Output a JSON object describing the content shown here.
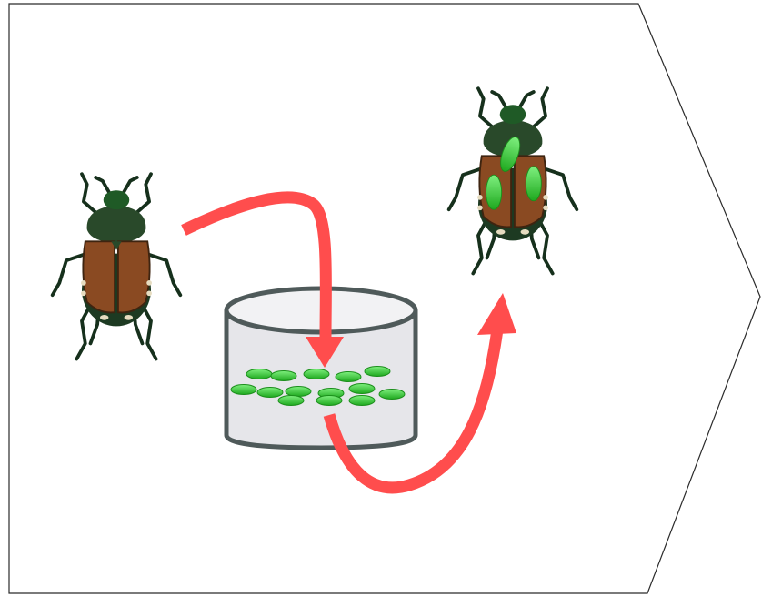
{
  "diagram": {
    "panel_shape": "chevron-pentagon",
    "colors": {
      "panel_border": "#2b2b2b",
      "panel_fill": "#ffffff",
      "arrow": "#ff4d4d",
      "dish_fill": "#e6e6ea",
      "dish_stroke": "#4f5a5a",
      "bacteria": "#34c734",
      "beetle_head": "#1f5a26",
      "beetle_thorax": "#29492a",
      "beetle_elytra": "#8a4a22",
      "beetle_legs": "#16301c"
    },
    "elements": [
      {
        "id": "beetle-uninfected",
        "icon": "japanese-beetle-icon"
      },
      {
        "id": "bacteria-dish",
        "icon": "culture-dish-icon"
      },
      {
        "id": "beetle-colonized",
        "icon": "japanese-beetle-with-bacteria-icon"
      }
    ],
    "flow": [
      "beetle-uninfected",
      "bacteria-dish",
      "beetle-colonized"
    ]
  }
}
